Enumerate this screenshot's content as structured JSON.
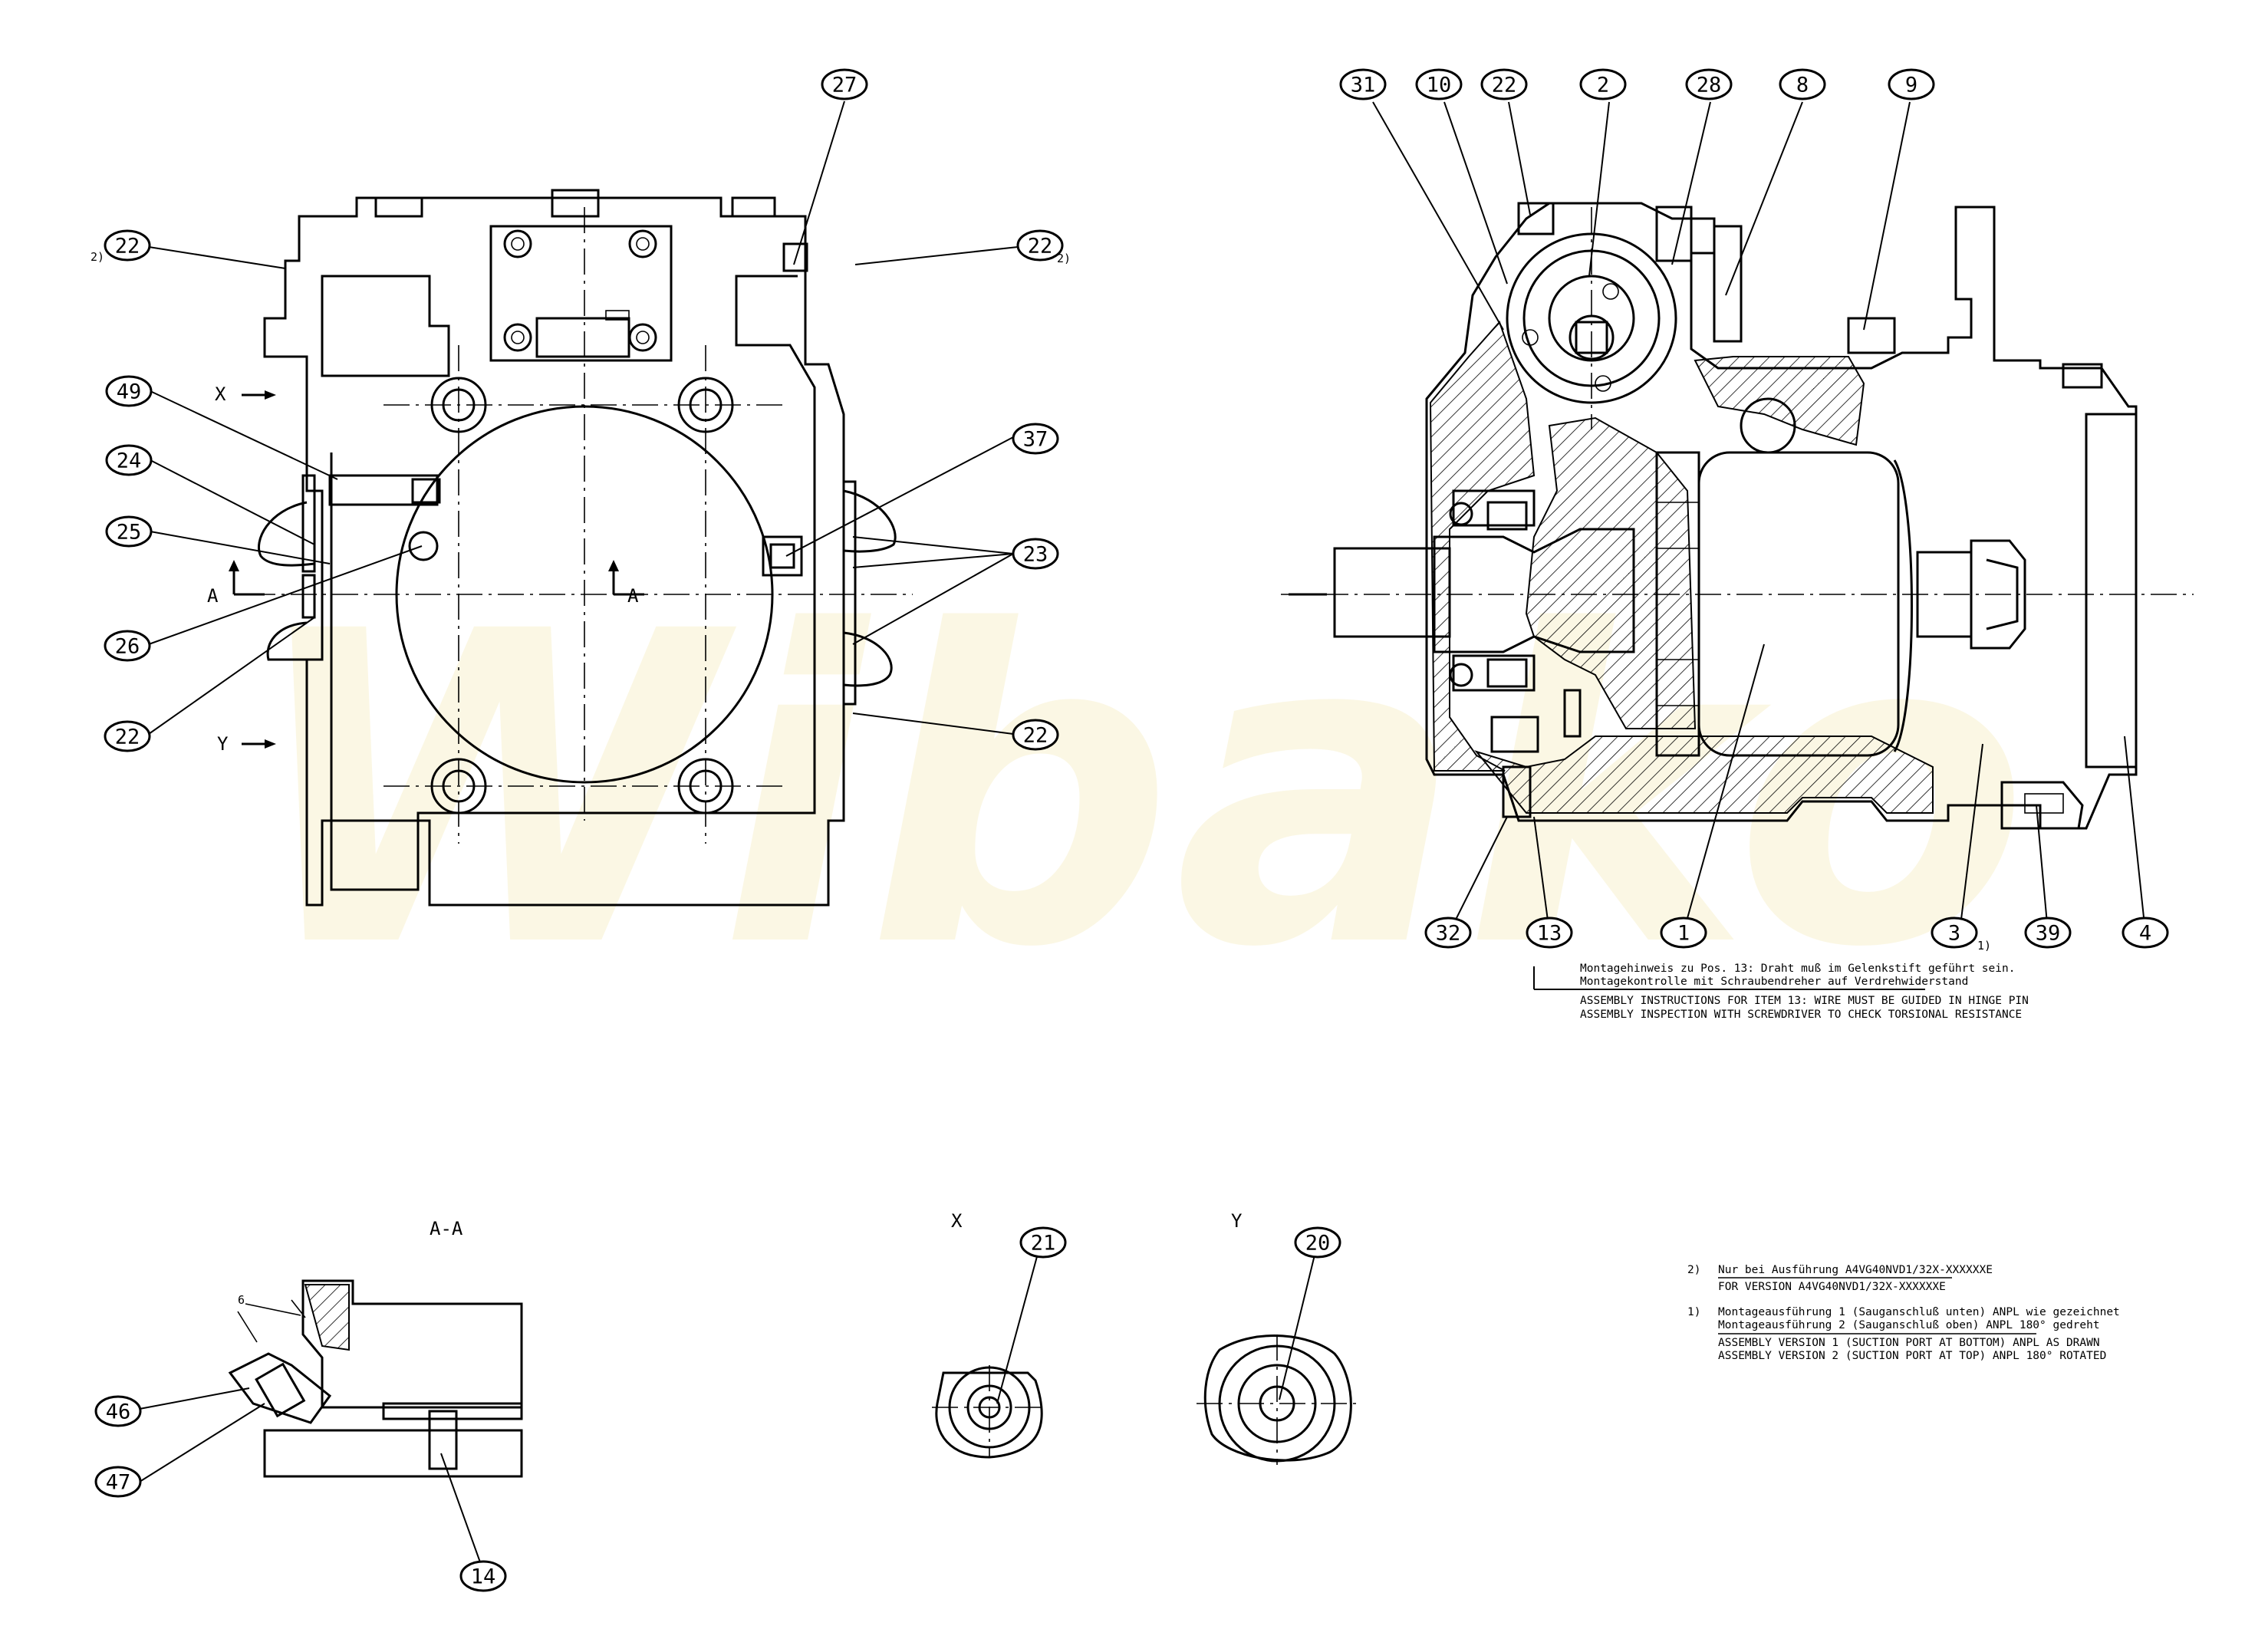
{
  "watermark": "Wibako",
  "callouts": {
    "front_left": [
      "22",
      "49",
      "24",
      "25",
      "26",
      "22"
    ],
    "front_top": "27",
    "front_right": [
      "22",
      "37",
      "23",
      "22"
    ],
    "section_top": [
      "31",
      "10",
      "22",
      "2",
      "28",
      "8",
      "9"
    ],
    "section_bottom": [
      "32",
      "13",
      "1",
      "3",
      "39",
      "4"
    ],
    "aa": [
      "46",
      "47",
      "14"
    ],
    "x_view": "21",
    "y_view": "20"
  },
  "superscripts": {
    "two": "2)",
    "one": "1)"
  },
  "view_labels": {
    "x_arrow": "X",
    "y_arrow": "Y",
    "section_mark": "A",
    "section_aa": "A-A",
    "view_x": "X",
    "view_y": "Y",
    "dim_6": "6"
  },
  "assembly_note": {
    "de_line1": "Montagehinweis zu Pos. 13: Draht muß im Gelenkstift geführt sein.",
    "de_line2": "Montagekontrolle mit Schraubendreher auf Verdrehwiderstand",
    "en_line1": "ASSEMBLY INSTRUCTIONS FOR ITEM 13: WIRE MUST BE GUIDED IN HINGE PIN",
    "en_line2": "ASSEMBLY INSPECTION WITH SCREWDRIVER TO CHECK TORSIONAL RESISTANCE"
  },
  "footnotes": {
    "n2_mark": "2)",
    "n2_de": "Nur bei Ausführung A4VG40NVD1/32X-XXXXXXE",
    "n2_en": "FOR VERSION A4VG40NVD1/32X-XXXXXXE",
    "n1_mark": "1)",
    "n1_de1": "Montageausführung 1 (Sauganschluß unten) ANPL wie gezeichnet",
    "n1_de2": "Montageausführung 2 (Sauganschluß oben) ANPL 180° gedreht",
    "n1_en1": "ASSEMBLY VERSION 1 (SUCTION PORT AT BOTTOM) ANPL AS DRAWN",
    "n1_en2": "ASSEMBLY VERSION 2 (SUCTION PORT AT TOP) ANPL 180° ROTATED"
  }
}
